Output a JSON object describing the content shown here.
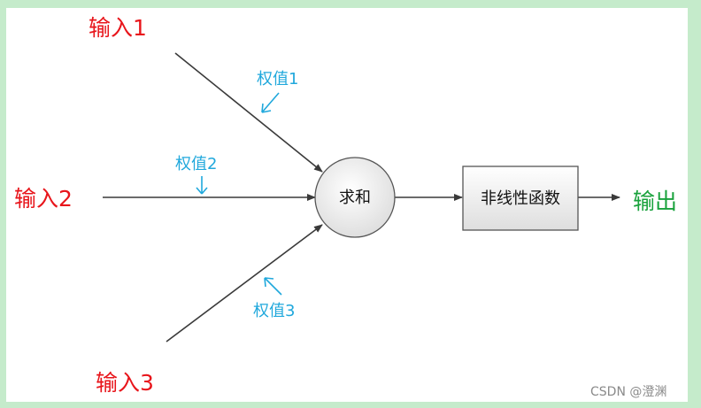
{
  "inputs": [
    "输入1",
    "输入2",
    "输入3"
  ],
  "weights": [
    "权值1",
    "权值2",
    "权值3"
  ],
  "sum_node": "求和",
  "activation_node": "非线性函数",
  "output": "输出",
  "watermark": "CSDN @澄渊",
  "colors": {
    "input": "#e8151b",
    "weight": "#20a8dc",
    "output": "#19a23c",
    "background": "#c5ebcb"
  }
}
